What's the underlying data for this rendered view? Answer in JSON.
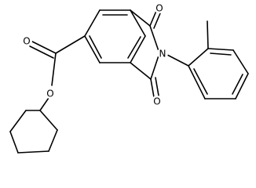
{
  "diagram": {
    "type": "chemical-structure",
    "atom_labels": {
      "ester_carbonyl_o": "O",
      "ester_ether_o": "O",
      "imide_top_o": "O",
      "imide_bottom_o": "O",
      "nitrogen": "N"
    },
    "colors": {
      "bond": "#000000",
      "label": "#000000",
      "background": "#ffffff"
    }
  }
}
